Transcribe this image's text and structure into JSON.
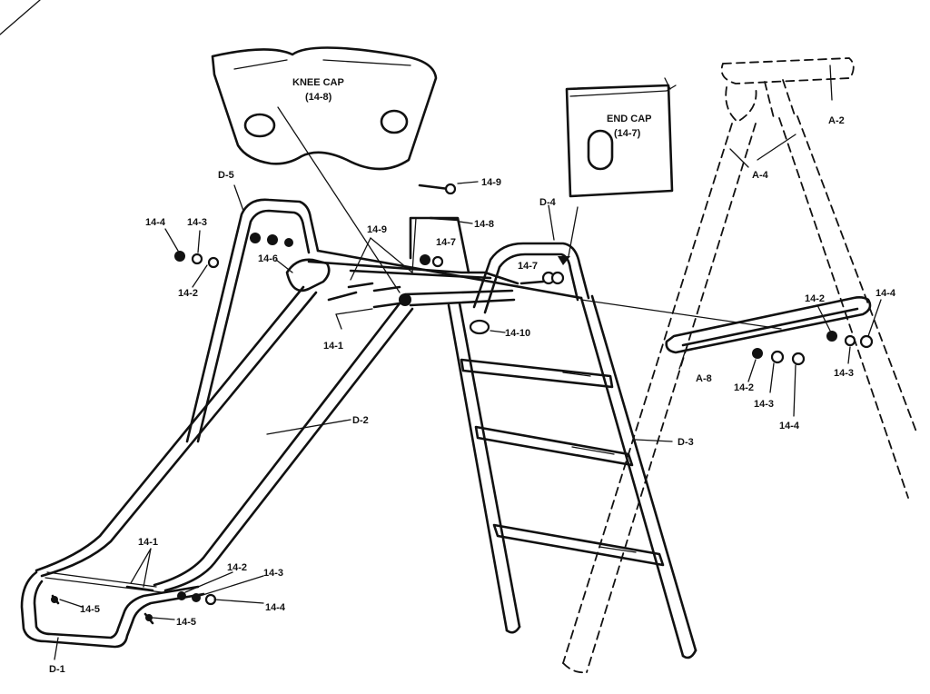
{
  "labels": {
    "knee_cap": "KNEE CAP",
    "knee_cap_part": "(14-8)",
    "end_cap": "END CAP",
    "end_cap_part": "(14-7)",
    "a2": "A-2",
    "a4": "A-4",
    "a8": "A-8",
    "d1": "D-1",
    "d2": "D-2",
    "d3": "D-3",
    "d4": "D-4",
    "d5": "D-5",
    "p14_1": "14-1",
    "p14_2": "14-2",
    "p14_3": "14-3",
    "p14_4": "14-4",
    "p14_5": "14-5",
    "p14_6": "14-6",
    "p14_7": "14-7",
    "p14_8": "14-8",
    "p14_9": "14-9",
    "p14_10": "14-10"
  }
}
